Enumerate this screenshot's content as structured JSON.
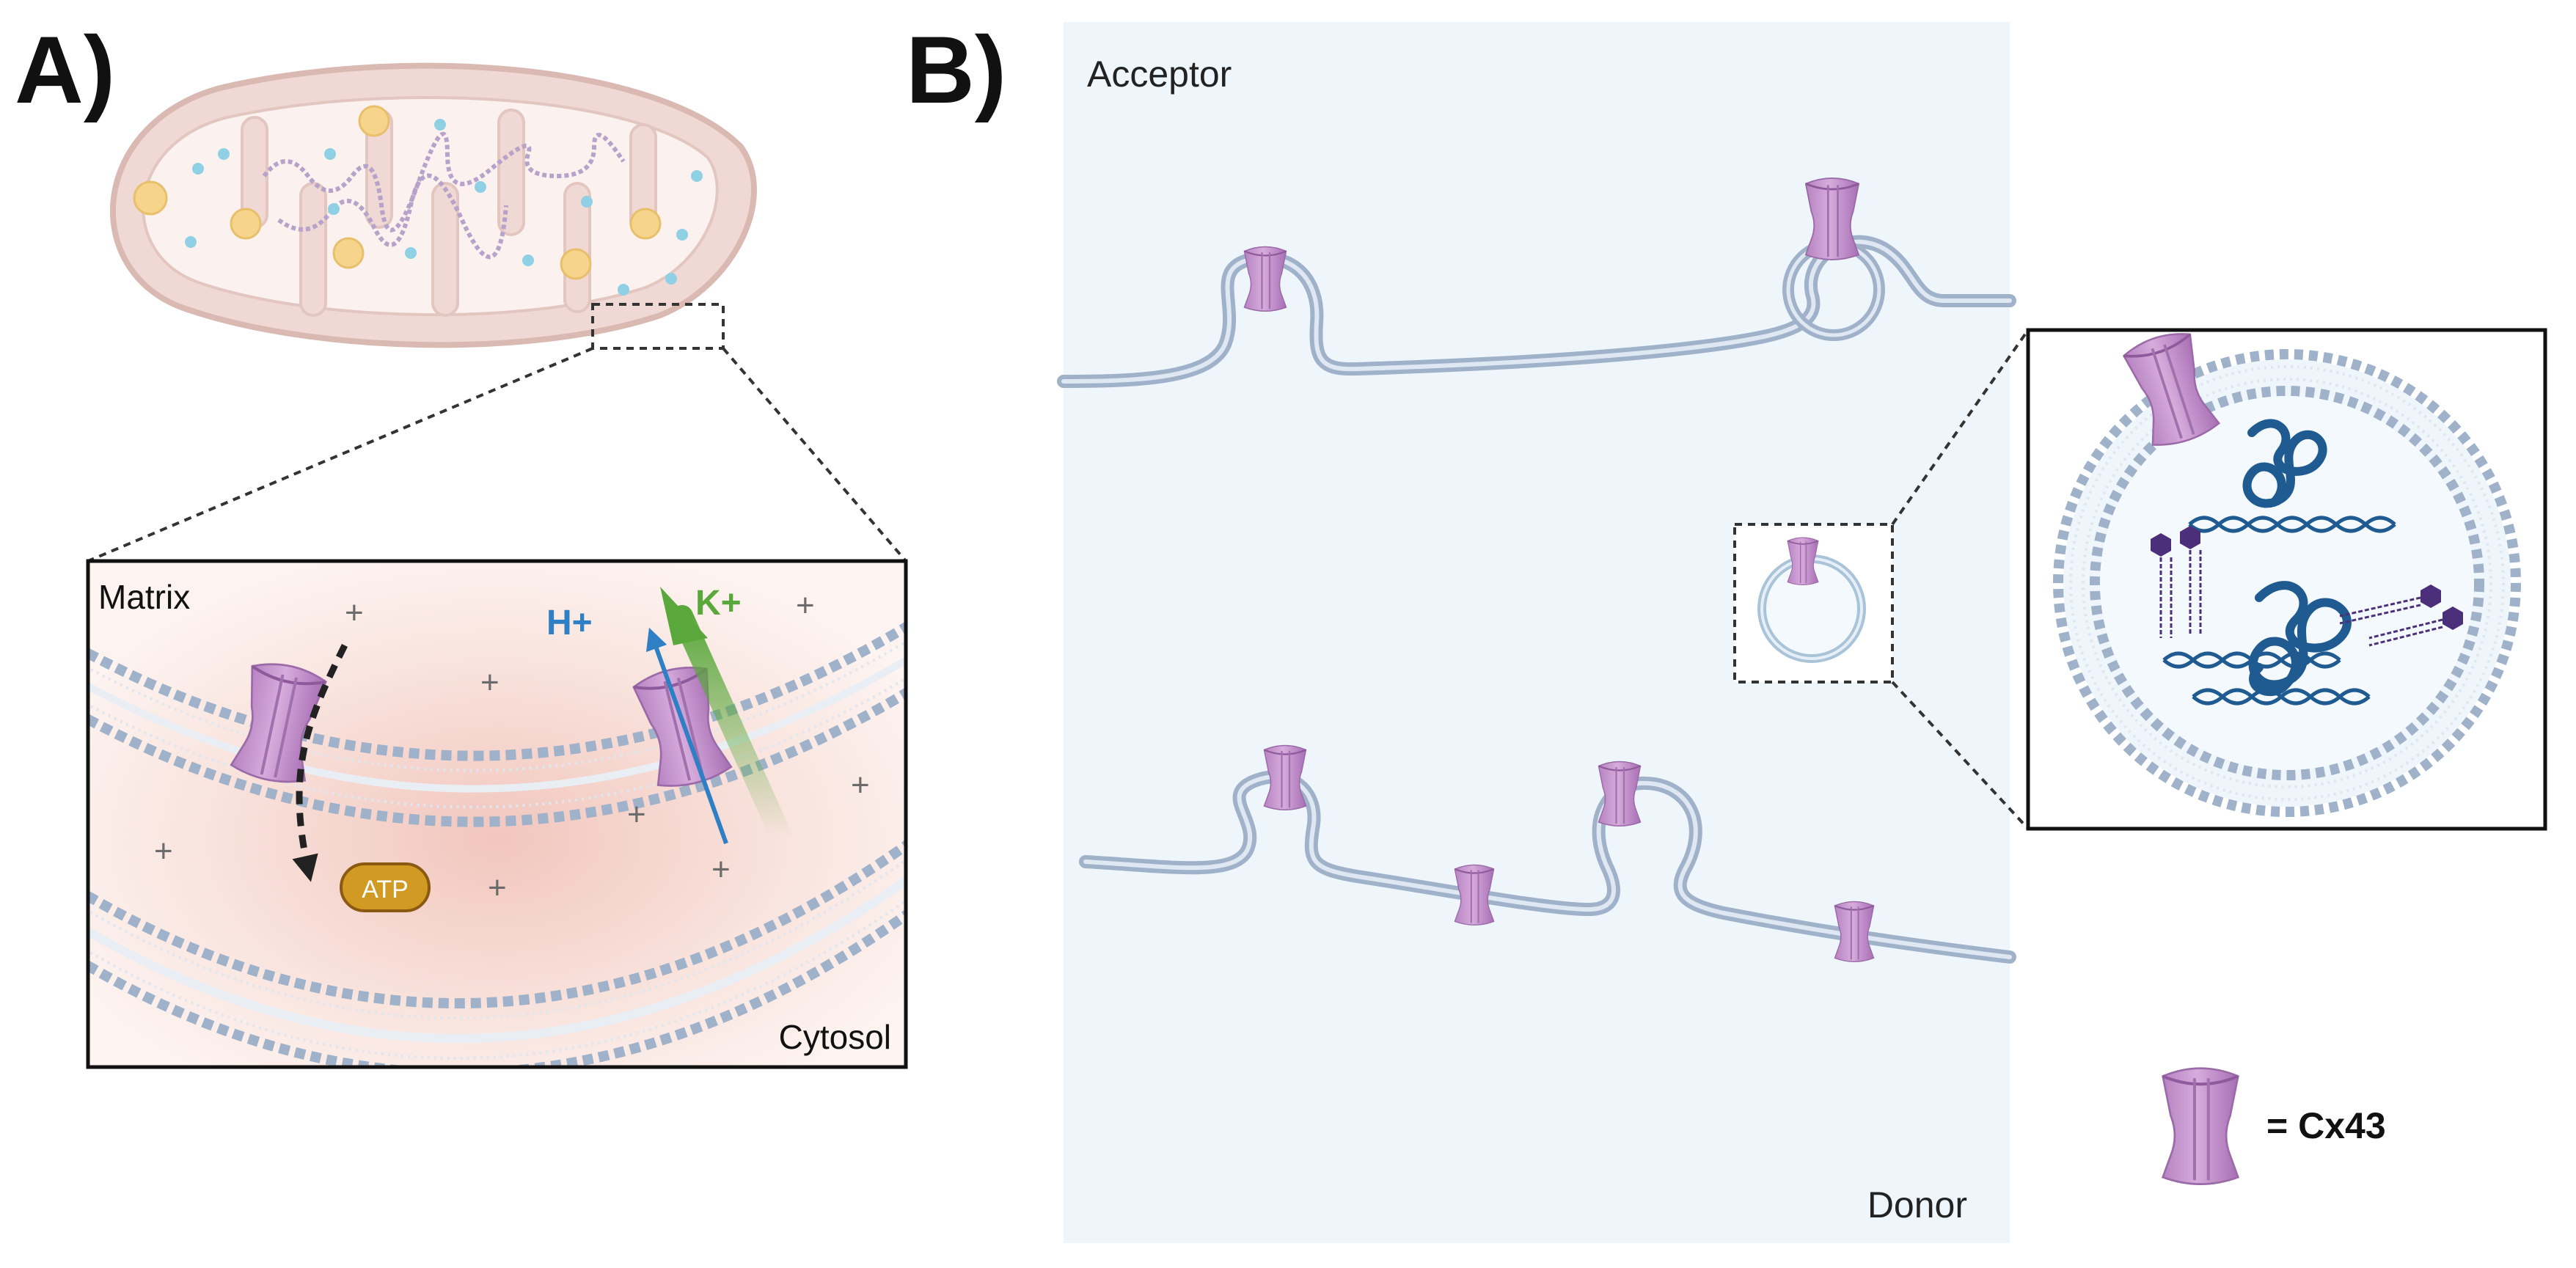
{
  "panel_a": {
    "label": "A)",
    "matrix_label": "Matrix",
    "cytosol_label": "Cytosol",
    "ion_h": "H+",
    "ion_k": "K+",
    "atp_label": "ATP",
    "plus_sign": "+"
  },
  "panel_b": {
    "label": "B)",
    "acceptor_label": "Acceptor",
    "donor_label": "Donor"
  },
  "legend": {
    "cx43_label": "= Cx43"
  },
  "colors": {
    "channel_purple": "#c89bd0",
    "membrane_blue": "#9fb2c9",
    "h_ion_blue": "#2f7fc4",
    "k_ion_green": "#5aa83c",
    "panel_b_bg": "#eef6fc",
    "mito_outer": "#f0d9d4",
    "atp_gold": "#d19a22",
    "dna_blue": "#1f5a91",
    "nucleotide_purple": "#4b2f7a"
  }
}
